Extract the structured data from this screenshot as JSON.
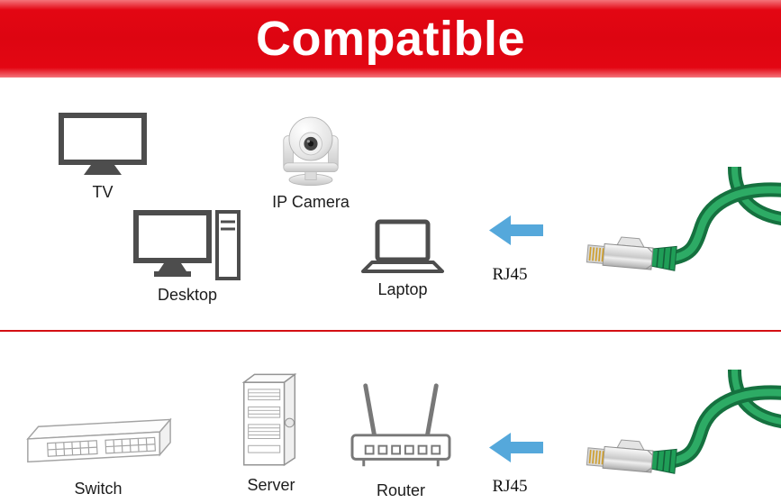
{
  "banner": {
    "title": "Compatible"
  },
  "top_row": {
    "devices": [
      {
        "label": "TV",
        "icon": "tv-icon"
      },
      {
        "label": "IP Camera",
        "icon": "ip-camera-icon"
      },
      {
        "label": "Desktop",
        "icon": "desktop-icon"
      },
      {
        "label": "Laptop",
        "icon": "laptop-icon"
      }
    ],
    "cable_label": "RJ45"
  },
  "bottom_row": {
    "devices": [
      {
        "label": "Switch",
        "icon": "switch-icon"
      },
      {
        "label": "Server",
        "icon": "server-icon"
      },
      {
        "label": "Router",
        "icon": "router-icon"
      }
    ],
    "cable_label": "RJ45"
  },
  "colors": {
    "banner_red": "#e30613",
    "banner_red_light": "#f4747b",
    "divider_red": "#d40f14",
    "arrow_blue": "#55a8db",
    "device_icon_gray": "#4d4d4d",
    "outline_icon_gray": "#9a9a9a",
    "cable_green": "#1f9e57",
    "cable_green_dark": "#15713f",
    "label_text": "#1c1c1c"
  }
}
